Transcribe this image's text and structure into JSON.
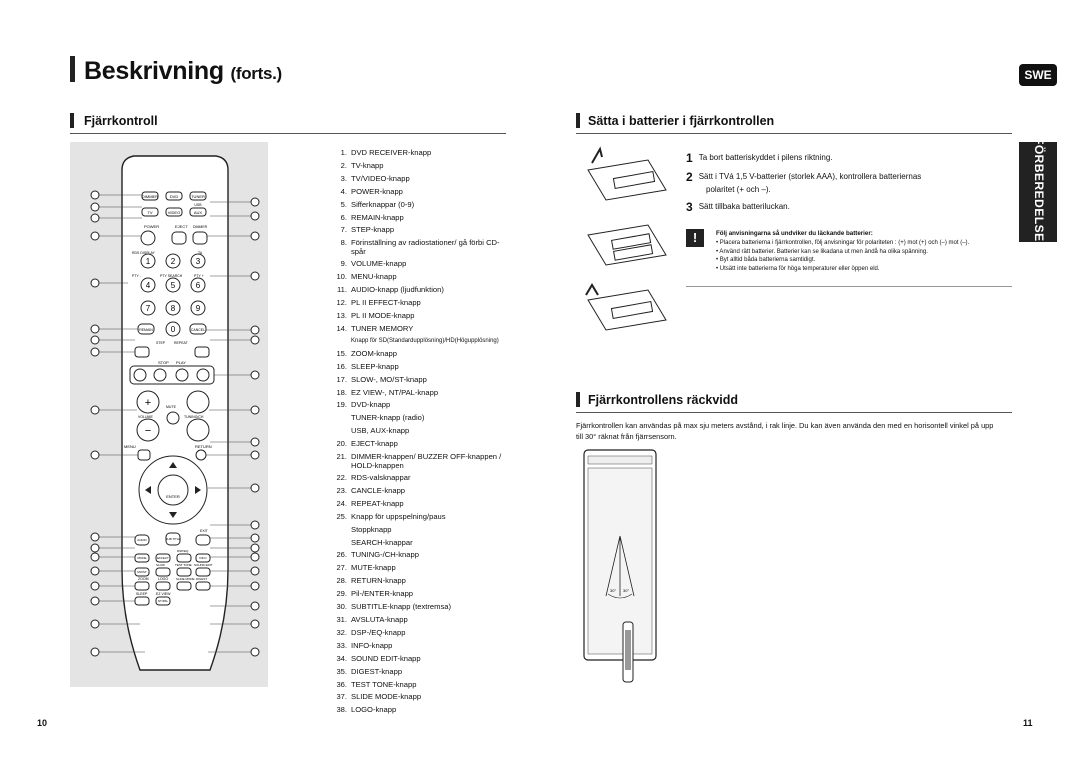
{
  "header": {
    "title": "Beskrivning",
    "title_suffix": "(forts.)",
    "lang_badge": "SWE"
  },
  "left": {
    "section_title": "Fjärrkontroll",
    "remote_items": [
      {
        "n": "1.",
        "t": "DVD RECEIVER-knapp"
      },
      {
        "n": "2.",
        "t": "TV-knapp"
      },
      {
        "n": "3.",
        "t": "TV/VIDEO-knapp"
      },
      {
        "n": "4.",
        "t": "POWER-knapp"
      },
      {
        "n": "5.",
        "t": "Sifferknappar (0-9)"
      },
      {
        "n": "6.",
        "t": "REMAIN-knapp"
      },
      {
        "n": "7.",
        "t": "STEP-knapp"
      },
      {
        "n": "8.",
        "t": "Förinställning av radiostationer/ gå förbi CD-spår"
      },
      {
        "n": "9.",
        "t": "VOLUME-knapp"
      },
      {
        "n": "10.",
        "t": "MENU-knapp"
      },
      {
        "n": "11.",
        "t": "AUDIO-knapp (ljudfunktion)"
      },
      {
        "n": "12.",
        "t": "PL II EFFECT-knapp"
      },
      {
        "n": "13.",
        "t": "PL II MODE-knapp"
      },
      {
        "n": "14.",
        "t": "TUNER MEMORY"
      },
      {
        "n": "",
        "t": "Knapp för SD(Standardupplösning)/HD(Högupplösning)"
      },
      {
        "n": "15.",
        "t": "ZOOM-knapp"
      },
      {
        "n": "16.",
        "t": "SLEEP-knapp"
      },
      {
        "n": "17.",
        "t": "SLOW-, MO/ST-knapp"
      },
      {
        "n": "18.",
        "t": "EZ VIEW-, NT/PAL-knapp"
      },
      {
        "n": "19.",
        "t": "DVD-knapp"
      },
      {
        "n": "",
        "t": "TUNER-knapp (radio)"
      },
      {
        "n": "",
        "t": "USB, AUX-knapp"
      },
      {
        "n": "20.",
        "t": "EJECT-knapp"
      },
      {
        "n": "21.",
        "t": "DIMMER-knappen/ BUZZER OFF-knappen / HOLD-knappen"
      },
      {
        "n": "22.",
        "t": "RDS-valsknappar"
      },
      {
        "n": "23.",
        "t": "CANCLE-knapp"
      },
      {
        "n": "24.",
        "t": "REPEAT-knapp"
      },
      {
        "n": "25.",
        "t": "Knapp för uppspelning/paus"
      },
      {
        "n": "",
        "t": "Stoppknapp"
      },
      {
        "n": "",
        "t": "SEARCH-knappar"
      },
      {
        "n": "26.",
        "t": "TUNING-/CH-knapp"
      },
      {
        "n": "27.",
        "t": "MUTE-knapp"
      },
      {
        "n": "28.",
        "t": "RETURN-knapp"
      },
      {
        "n": "29.",
        "t": "Pil-/ENTER-knapp"
      },
      {
        "n": "30.",
        "t": "SUBTITLE-knapp (textremsa)"
      },
      {
        "n": "31.",
        "t": "AVSLUTA-knapp"
      },
      {
        "n": "32.",
        "t": "DSP-/EQ-knapp"
      },
      {
        "n": "33.",
        "t": "INFO-knapp"
      },
      {
        "n": "34.",
        "t": "SOUND EDIT-knapp"
      },
      {
        "n": "35.",
        "t": "DIGEST-knapp"
      },
      {
        "n": "36.",
        "t": "TEST TONE-knapp"
      },
      {
        "n": "37.",
        "t": "SLIDE MODE-knapp"
      },
      {
        "n": "38.",
        "t": "LOGO-knapp"
      }
    ],
    "remote_labels": {
      "dimmer": "DIMMER",
      "dvd": "DVD",
      "tuner": "TUNER",
      "usb": "USB",
      "aux": "AUX",
      "tv": "TV",
      "video": "VIDEO",
      "power": "POWER",
      "eject": "EJECT",
      "dimmer2": "DIMMER",
      "rds": "RDS DISPLAY",
      "ta": "TA",
      "pty_minus": "PTY -",
      "pty_search": "PTY SEARCH",
      "pty_plus": "PTY +",
      "remain": "REMAIN",
      "cancel": "CANCEL",
      "step": "STEP",
      "repeat": "REPEAT",
      "stop": "STOP",
      "play": "PLAY",
      "mute": "MUTE",
      "volume": "VOLUME",
      "tuning": "TUNING/CH",
      "menu": "MENU",
      "return": "RETURN",
      "enter": "ENTER",
      "exit": "EXIT",
      "audio": "AUDIO",
      "sub": "SUB TITLE",
      "info": "INFO",
      "zoom": "ZOOM",
      "logo": "LOGO",
      "slide": "SLIDE MODE",
      "digest": "DIGEST",
      "sleep": "SLEEP",
      "ezview": "EZ VIEW",
      "ntpal": "NT/PAL",
      "slow": "SLOW",
      "testtone": "TEST TONE",
      "soundedit": "SOUND EDIT",
      "dsp": "DSP/EQ",
      "mode": "MODE",
      "effect": "EFFECT",
      "most": "MO/ST"
    },
    "digits": [
      "1",
      "2",
      "3",
      "4",
      "5",
      "6",
      "7",
      "8",
      "9",
      "0"
    ],
    "page_number": "10"
  },
  "right": {
    "battery_title": "Sätta i batterier i fjärrkontrollen",
    "steps": [
      {
        "n": "1",
        "t": "Ta bort batteriskyddet i pilens riktning."
      },
      {
        "n": "2",
        "t": "Sätt i TVá 1,5 V-batterier (storlek AAA), kontrollera batteriernas"
      },
      {
        "n": "",
        "t": "polaritet (+ och –)."
      },
      {
        "n": "3",
        "t": "Sätt tillbaka batteriluckan."
      }
    ],
    "caution_icon": "!",
    "caution_title": "Följ anvisningarna så undviker du läckande batterier:",
    "caution_bullets": [
      "• Placera batterierna i fjärrkontrollen, följ anvisningar för polariteten : (+) mot (+) och (–) mot (–).",
      "• Använd rätt batterier. Batterier kan se likadana ut men ändå ha olika spänning.",
      "• Byt alltid båda batterierna samtidigt.",
      "• Utsätt inte batterierna för höga temperaturer eller öppen eld."
    ],
    "range_title": "Fjärrkontrollens räckvidd",
    "range_text": "Fjärrkontrollen kan användas på max sju meters avstånd, i rak linje. Du kan även använda den med en horisontell vinkel på upp till 30° räknat från fjärrsensorn.",
    "angle_left": "30°",
    "angle_right": "30°",
    "side_tab": "FÖRBEREDELSE",
    "page_number": "11"
  },
  "colors": {
    "text": "#111111",
    "panel": "#e4e4e4",
    "dark": "#222222"
  }
}
